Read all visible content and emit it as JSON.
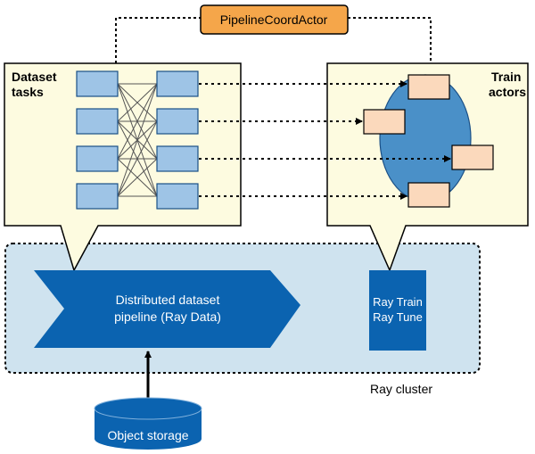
{
  "colors": {
    "callout_fill": "#fdfbe0",
    "cluster_fill": "#cfe3ef",
    "box_blue": "#9ec4e6",
    "dark_blue": "#0b63b0",
    "ellipse_blue": "#4a90c8",
    "actor_peach": "#fbd9bc",
    "coord_orange": "#f5a64a"
  },
  "coordinator": {
    "label": "PipelineCoordActor"
  },
  "dataset_panel": {
    "title_line1": "Dataset",
    "title_line2": "tasks"
  },
  "train_panel": {
    "title_line1": "Train",
    "title_line2": "actors"
  },
  "pipeline": {
    "line1": "Distributed dataset",
    "line2": "pipeline (Ray Data)"
  },
  "ray_box": {
    "line1": "Ray Train",
    "line2": "Ray Tune"
  },
  "cluster": {
    "label": "Ray cluster"
  },
  "storage": {
    "label": "Object storage"
  }
}
